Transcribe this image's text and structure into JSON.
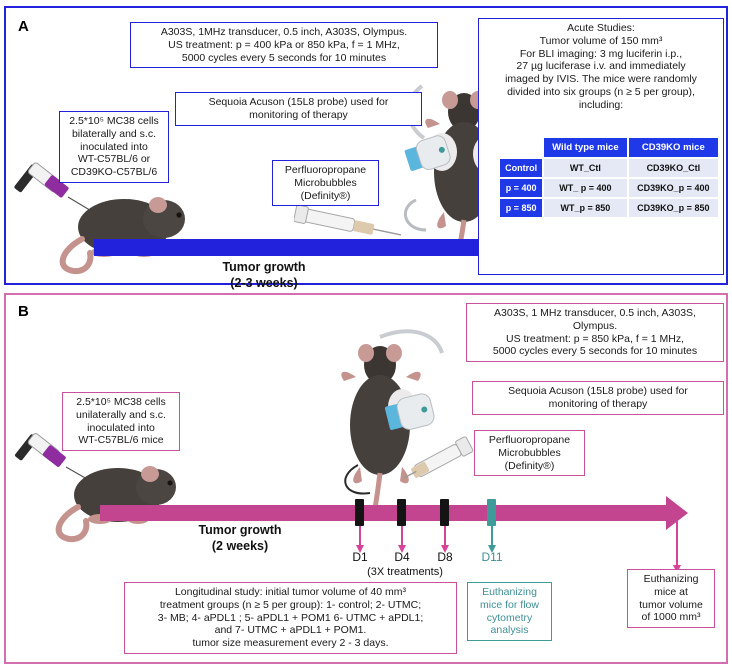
{
  "panel_a": {
    "label": "A",
    "transducer_box": "A303S, 1MHz transducer, 0.5 inch, A303S, Olympus. US treatment: p = 400 kPa or 850 kPa, f = 1 MHz, 5000 cycles every 5 seconds for 10 minutes",
    "transducer_lines": [
      "A303S, 1MHz transducer, 0.5 inch, A303S, Olympus.",
      "US treatment: p = 400 kPa or 850 kPa, f = 1 MHz,",
      "5000 cycles every 5 seconds for 10 minutes"
    ],
    "sequoia_lines": [
      "Sequoia Acuson (15L8 probe) used for",
      "monitoring of therapy"
    ],
    "microbubbles_lines": [
      "Perfluoropropane",
      "Microbubbles",
      "(Definity®)"
    ],
    "inoculation_lines": [
      "2.5*10⁵ MC38 cells",
      "bilaterally and s.c.",
      "inoculated into",
      "WT-C57BL/6 or",
      "CD39KO-C57BL/6"
    ],
    "acute_lines": [
      "Acute Studies:",
      "Tumor volume of 150 mm³",
      "For BLI imaging: 3 mg luciferin i.p.,",
      "27 µg luciferase i.v. and immediately",
      "imaged by IVIS. The mice were randomly",
      "divided into six groups (n ≥ 5 per group),",
      "including:"
    ],
    "timeline_label_line1": "Tumor growth",
    "timeline_label_line2": "(2-3 weeks)",
    "table": {
      "col_headers": [
        "",
        "Wild type mice",
        "CD39KO mice"
      ],
      "rows": [
        {
          "header": "Control",
          "cells": [
            "WT_Ctl",
            "CD39KO_Ctl"
          ]
        },
        {
          "header": "p = 400",
          "cells": [
            "WT_ p = 400",
            "CD39KO_p = 400"
          ]
        },
        {
          "header": "p = 850",
          "cells": [
            "WT_p = 850",
            "CD39KO_p = 850"
          ]
        }
      ]
    }
  },
  "panel_b": {
    "label": "B",
    "transducer_lines": [
      "A303S, 1 MHz transducer, 0.5 inch, A303S,",
      "Olympus.",
      "US treatment: p = 850 kPa, f = 1 MHz,",
      "5000 cycles every 5 seconds for 10 minutes"
    ],
    "sequoia_lines": [
      "Sequoia Acuson (15L8 probe) used for",
      "monitoring of therapy"
    ],
    "microbubbles_lines": [
      "Perfluoropropane",
      "Microbubbles",
      "(Definity®)"
    ],
    "inoculation_lines": [
      "2.5*10⁵ MC38 cells",
      "unilaterally and s.c.",
      "inoculated into",
      "WT-C57BL/6 mice"
    ],
    "timeline_label_line1": "Tumor growth",
    "timeline_label_line2": "(2 weeks)",
    "days": [
      {
        "label": "D1",
        "color": "#111111"
      },
      {
        "label": "D4",
        "color": "#111111"
      },
      {
        "label": "D8",
        "color": "#111111"
      },
      {
        "label": "D11",
        "color": "#3f8f95"
      }
    ],
    "treatments_note": "(3X treatments)",
    "longitudinal_lines": [
      "Longitudinal study: initial tumor volume of 40 mm³",
      "treatment groups (n ≥ 5 per group): 1- control; 2- UTMC;",
      "3- MB; 4- aPDL1 ; 5- aPDL1 + POM1 6- UTMC + aPDL1;",
      "and 7- UTMC + aPDL1 + POM1.",
      "tumor size measurement every 2 - 3 days."
    ],
    "flow_box_lines": [
      "Euthanizing",
      "mice for flow",
      "cytometry",
      "analysis"
    ],
    "euthanize_box_lines": [
      "Euthanizing",
      "mice at",
      "tumor volume",
      "of 1000 mm³"
    ]
  },
  "colors": {
    "panel_a_border": "#2222dd",
    "panel_b_border": "#d36fae",
    "timeline_a": "#2222dd",
    "timeline_b": "#c4458f",
    "teal": "#3f9a9a",
    "table_header": "#1f39e8",
    "table_cell": "#e4e9f5"
  }
}
